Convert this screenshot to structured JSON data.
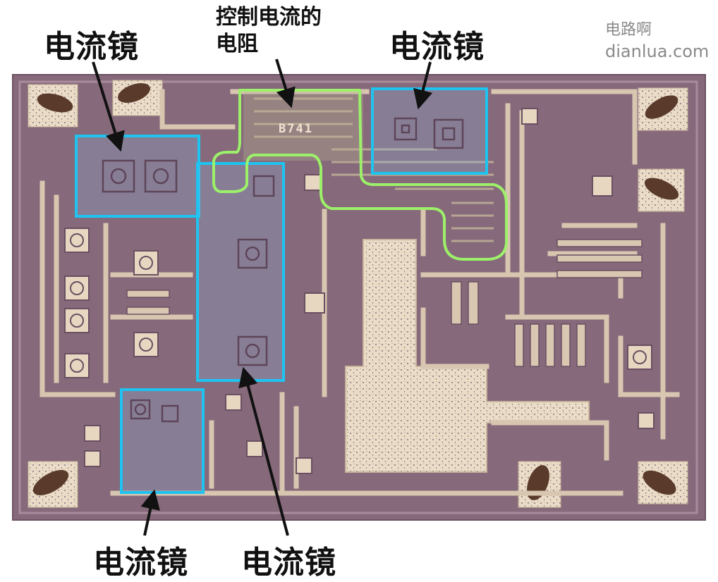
{
  "labels": {
    "mirror_top_left": "电流镜",
    "mirror_top_right": "电流镜",
    "mirror_bottom_left": "电流镜",
    "mirror_bottom_middle": "电流镜",
    "resistor_line1": "控制电流的",
    "resistor_line2": "电阻",
    "chip_marking": "B741"
  },
  "watermark": {
    "line1": "电路啊",
    "line2": "dianlua.com"
  },
  "colors": {
    "mirror_box": "#1ec3f0",
    "resistor_outline": "#9cf06a",
    "die_background": "#8a6b7a",
    "metal": "#e8d9c3",
    "arrow": "#111111"
  }
}
